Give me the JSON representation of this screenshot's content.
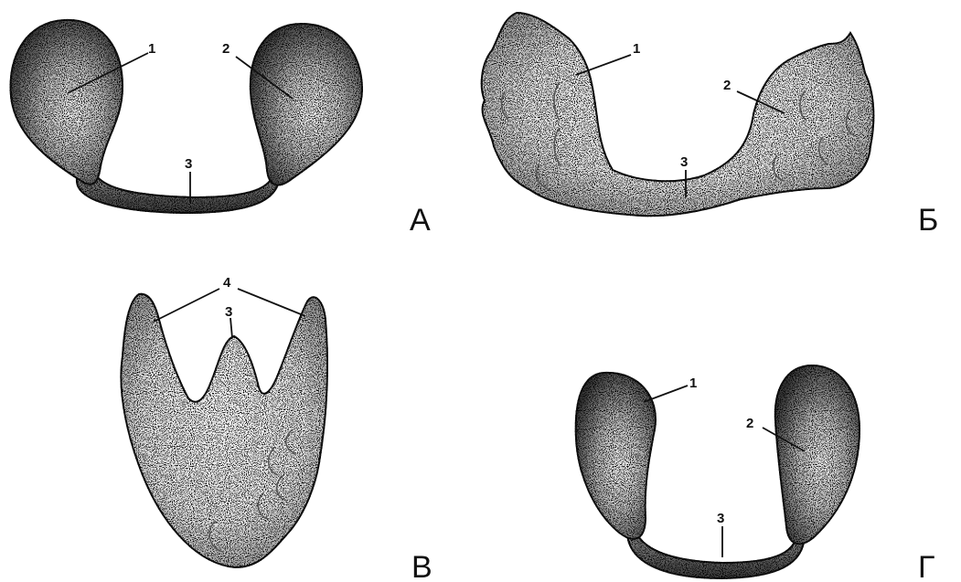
{
  "figures": [
    {
      "id": "A",
      "letter": "А",
      "labels": [
        "1",
        "2",
        "3"
      ]
    },
    {
      "id": "B",
      "letter": "Б",
      "labels": [
        "1",
        "2",
        "3"
      ]
    },
    {
      "id": "V",
      "letter": "В",
      "labels": [
        "4",
        "3"
      ]
    },
    {
      "id": "G",
      "letter": "Г",
      "labels": [
        "1",
        "2",
        "3"
      ]
    }
  ]
}
